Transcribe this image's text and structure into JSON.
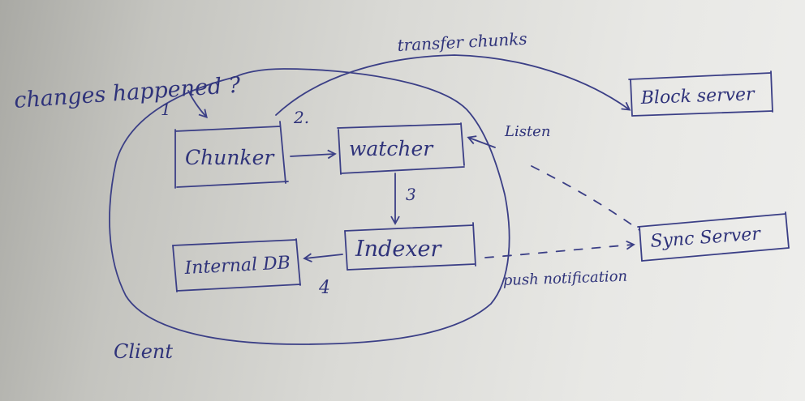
{
  "labels": {
    "changes": "changes happened ?",
    "step1": "1",
    "step2": "2.",
    "step3": "3",
    "step4": "4",
    "transfer": "transfer chunks",
    "listen": "Listen",
    "push": "push notification",
    "client": "Client"
  },
  "nodes": {
    "chunker": "Chunker",
    "watcher": "watcher",
    "indexer": "Indexer",
    "internal_db": "Internal DB",
    "block_server": "Block server",
    "sync_server": "Sync Server"
  },
  "colors": {
    "ink": "#3b3f86",
    "paper": "#e3e3e0"
  }
}
